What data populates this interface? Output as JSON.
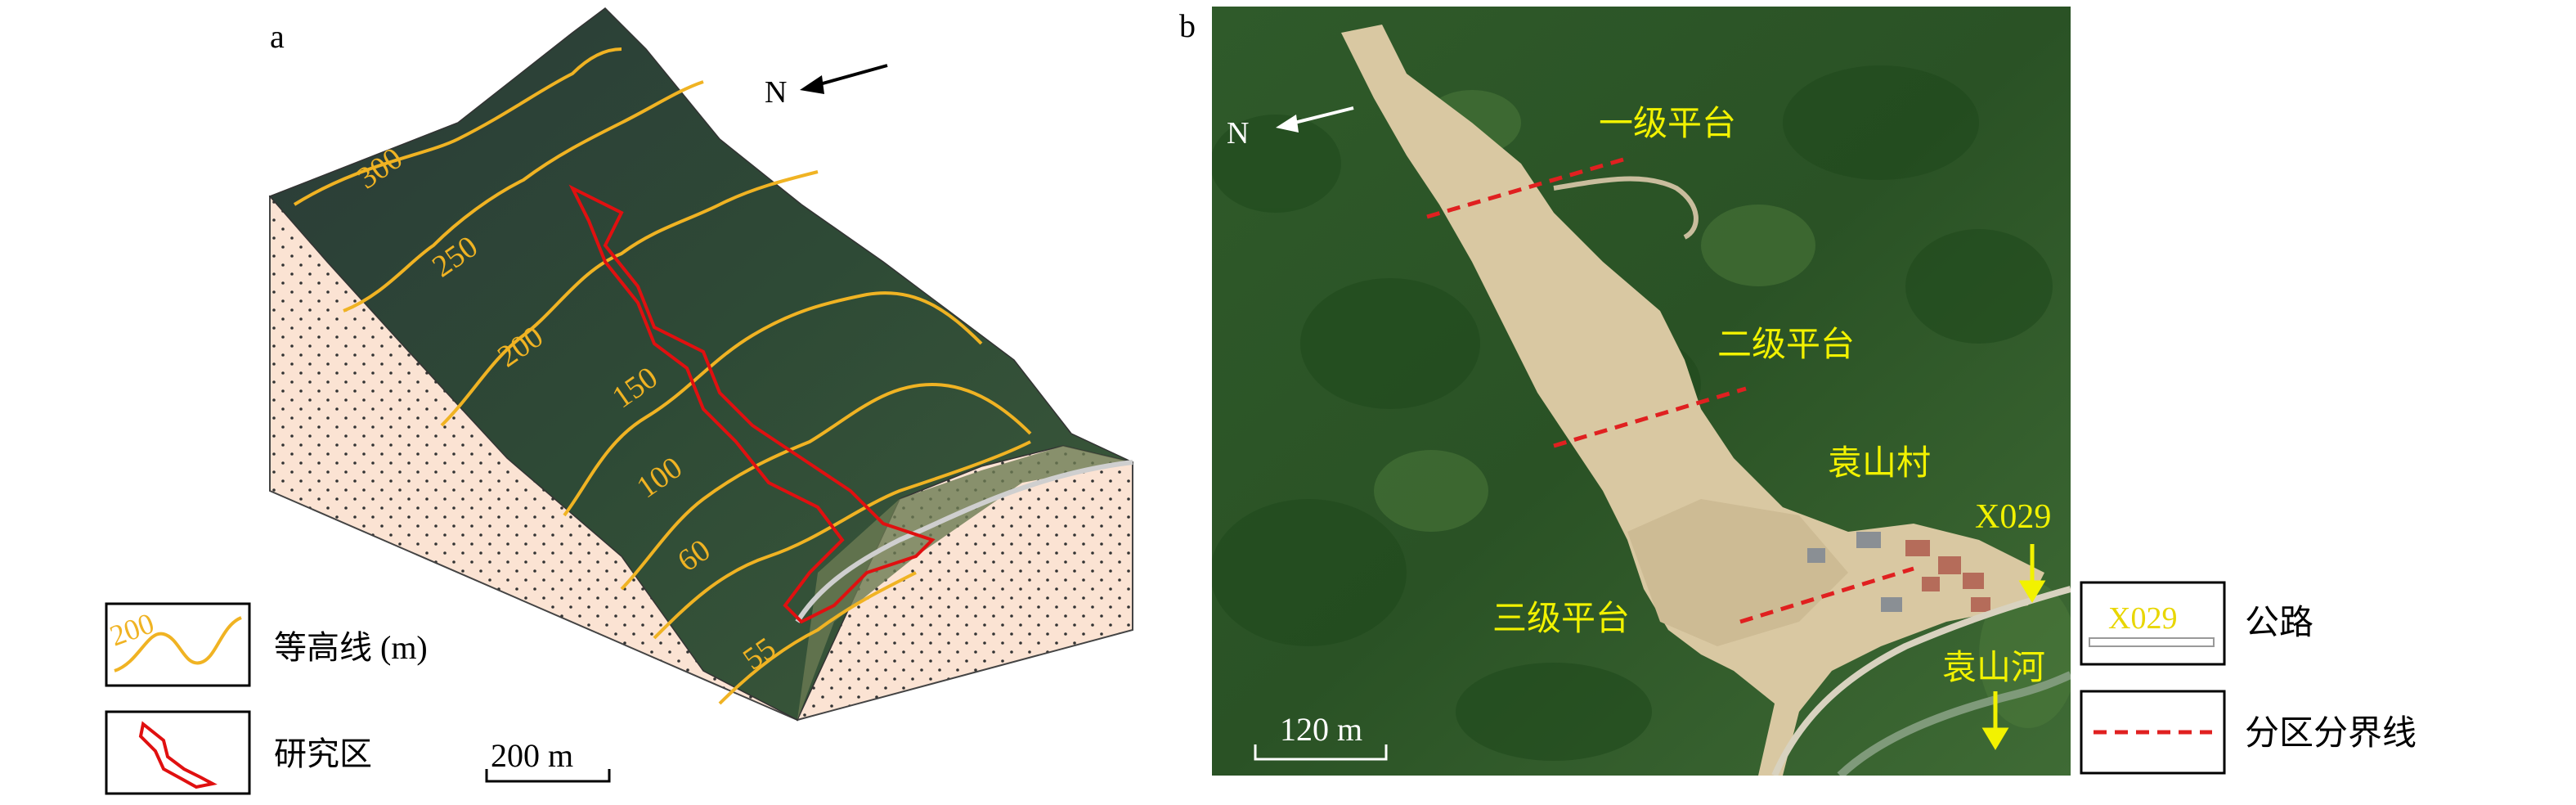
{
  "panel_a": {
    "letter": "a",
    "north": "N",
    "contour_labels": [
      "300",
      "250",
      "200",
      "150",
      "100",
      "60",
      "55"
    ],
    "legend": {
      "contour_sample": "200",
      "contour_label": "等高线 (m)",
      "study_area_label": "研究区"
    },
    "scale_bar": "200 m"
  },
  "panel_b": {
    "letter": "b",
    "north": "N",
    "platforms": [
      "一级平台",
      "二级平台",
      "三级平台"
    ],
    "village": "袁山村",
    "road": "X029",
    "river": "袁山河",
    "scale_bar": "120 m",
    "legend": {
      "road_sample": "X029",
      "road_label": "公路",
      "boundary_label": "分区分界线"
    }
  },
  "colors": {
    "contour": "#f0b323",
    "study_area": "#e01010",
    "boundary": "#e02020",
    "annotation_yellow": "#f2f200",
    "terrain_side": "#fbe3d3"
  }
}
